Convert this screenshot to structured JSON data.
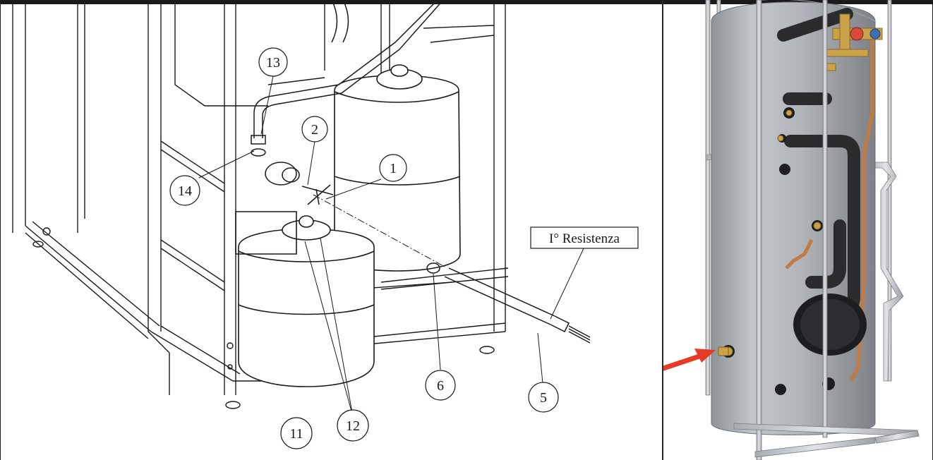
{
  "diagram": {
    "callouts": [
      {
        "id": "13",
        "text": "13"
      },
      {
        "id": "2",
        "text": "2"
      },
      {
        "id": "1",
        "text": "1"
      },
      {
        "id": "14",
        "text": "14"
      },
      {
        "id": "6",
        "text": "6"
      },
      {
        "id": "5",
        "text": "5"
      },
      {
        "id": "11",
        "text": "11"
      },
      {
        "id": "12",
        "text": "12"
      }
    ],
    "resistance_label": "I° Resistenza"
  },
  "colors": {
    "line": "#1a1a1a",
    "tank_insulation": "#b7bcc1",
    "frame_metal": "#c9ccd0",
    "copper": "#c07a42",
    "brass": "#c9a24a",
    "arrow": "#e63b26"
  },
  "icons": {
    "pointer": "red-arrow-icon"
  }
}
